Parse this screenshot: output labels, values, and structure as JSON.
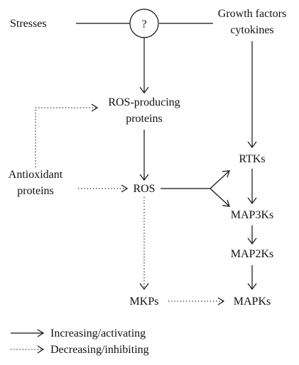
{
  "nodes": {
    "stresses": "Stresses",
    "unknown": "?",
    "growth_factors_line1": "Growth factors",
    "growth_factors_line2": "cytokines",
    "ros_producing_line1": "ROS-producing",
    "ros_producing_line2": "proteins",
    "antioxidant_line1": "Antioxidant",
    "antioxidant_line2": "proteins",
    "ros": "ROS",
    "rtks": "RTKs",
    "map3ks": "MAP3Ks",
    "map2ks": "MAP2Ks",
    "mkps": "MKPs",
    "mapks": "MAPKs"
  },
  "legend": {
    "increasing": "Increasing/activating",
    "decreasing": "Decreasing/inhibiting"
  },
  "colors": {
    "line": "#111111",
    "background": "#ffffff"
  }
}
